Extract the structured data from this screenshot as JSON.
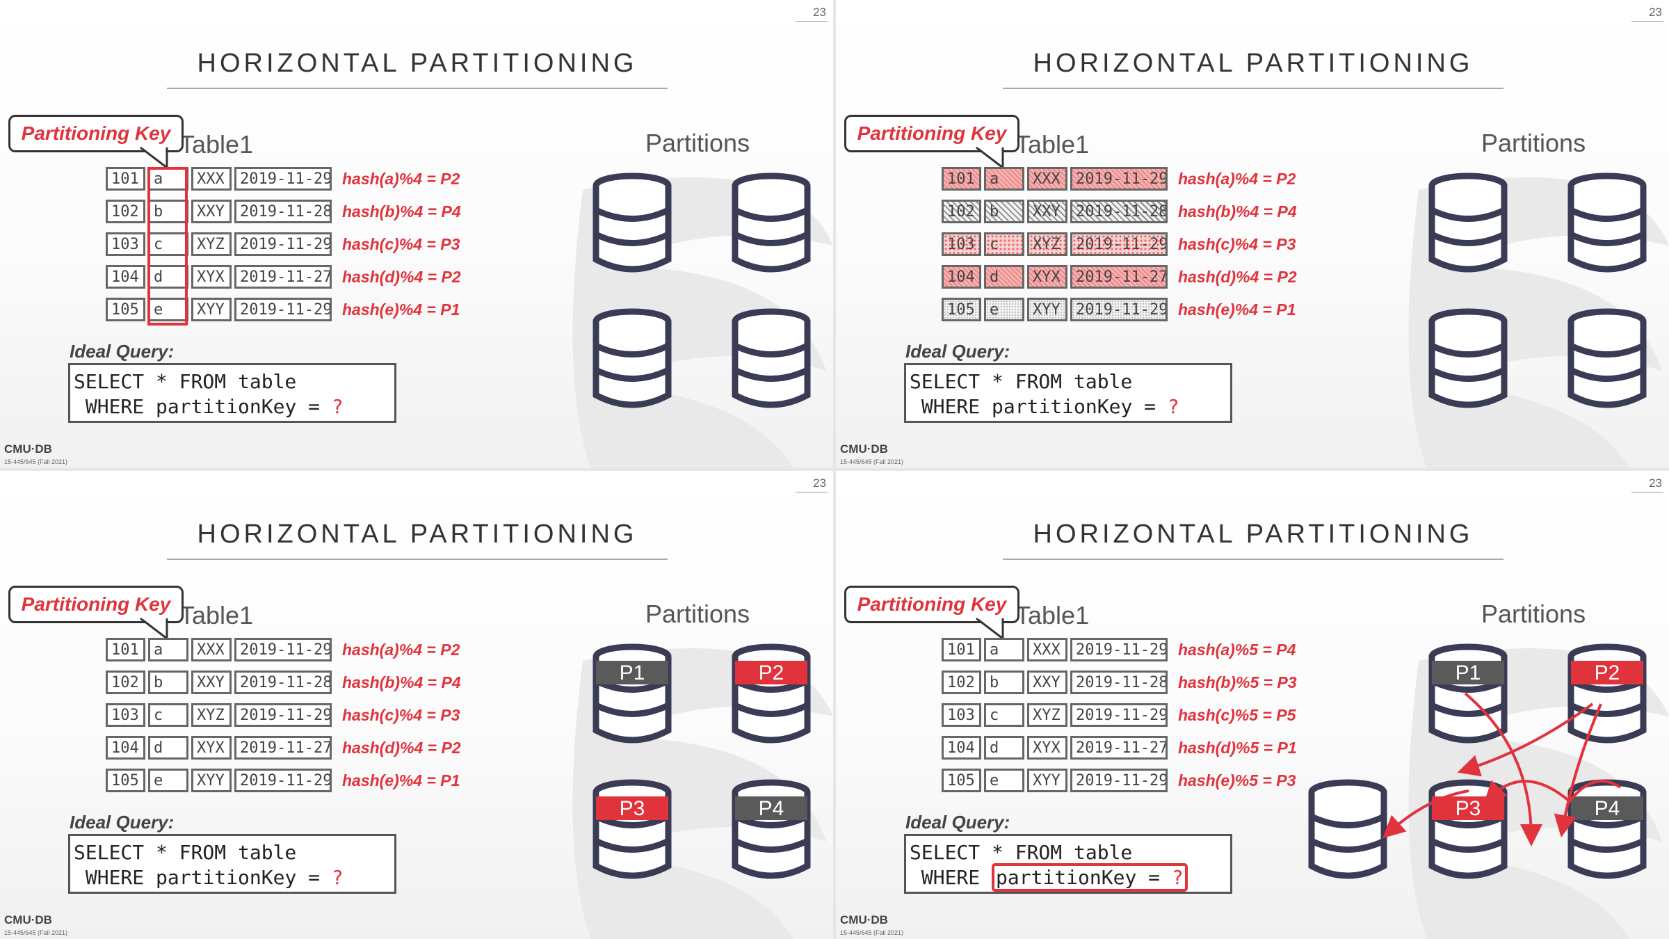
{
  "slides": [
    {
      "page_number": "23",
      "title": "HORIZONTAL PARTITIONING",
      "callout": "Partitioning Key",
      "table_name": "Table1",
      "partitions_label": "Partitions",
      "rows": [
        {
          "id": "101",
          "key": "a",
          "val": "XXX",
          "date": "2019-11-29",
          "hash": "hash(a)%4 = P2",
          "style": ""
        },
        {
          "id": "102",
          "key": "b",
          "val": "XXY",
          "date": "2019-11-28",
          "hash": "hash(b)%4 = P4",
          "style": ""
        },
        {
          "id": "103",
          "key": "c",
          "val": "XYZ",
          "date": "2019-11-29",
          "hash": "hash(c)%4 = P3",
          "style": ""
        },
        {
          "id": "104",
          "key": "d",
          "val": "XYX",
          "date": "2019-11-27",
          "hash": "hash(d)%4 = P2",
          "style": ""
        },
        {
          "id": "105",
          "key": "e",
          "val": "XYY",
          "date": "2019-11-29",
          "hash": "hash(e)%4 = P1",
          "style": ""
        }
      ],
      "ideal_label": "Ideal Query:",
      "query_line1": "SELECT * FROM table",
      "query_line2_prefix": " WHERE ",
      "query_line2_cond": "partitionKey = ",
      "query_mark": "?",
      "logo": "CMU·DB",
      "course": "15-445/645 (Fall 2021)",
      "databases": [
        {
          "label": "",
          "highlight": false
        },
        {
          "label": "",
          "highlight": false
        },
        {
          "label": "",
          "highlight": false
        },
        {
          "label": "",
          "highlight": false
        }
      ]
    },
    {
      "page_number": "23",
      "title": "HORIZONTAL PARTITIONING",
      "callout": "Partitioning Key",
      "table_name": "Table1",
      "partitions_label": "Partitions",
      "rows": [
        {
          "id": "101",
          "key": "a",
          "val": "XXX",
          "date": "2019-11-29",
          "hash": "hash(a)%4 = P2",
          "style": "red"
        },
        {
          "id": "102",
          "key": "b",
          "val": "XXY",
          "date": "2019-11-28",
          "hash": "hash(b)%4 = P4",
          "style": "hatch"
        },
        {
          "id": "103",
          "key": "c",
          "val": "XYZ",
          "date": "2019-11-29",
          "hash": "hash(c)%4 = P3",
          "style": "dots"
        },
        {
          "id": "104",
          "key": "d",
          "val": "XYX",
          "date": "2019-11-27",
          "hash": "hash(d)%4 = P2",
          "style": "red"
        },
        {
          "id": "105",
          "key": "e",
          "val": "XYY",
          "date": "2019-11-29",
          "hash": "hash(e)%4 = P1",
          "style": "fine"
        }
      ],
      "ideal_label": "Ideal Query:",
      "query_line1": "SELECT * FROM table",
      "query_line2_prefix": " WHERE ",
      "query_line2_cond": "partitionKey = ",
      "query_mark": "?",
      "logo": "CMU·DB",
      "course": "15-445/645 (Fall 2021)",
      "databases": [
        {
          "label": "",
          "highlight": false
        },
        {
          "label": "",
          "highlight": false
        },
        {
          "label": "",
          "highlight": false
        },
        {
          "label": "",
          "highlight": false
        }
      ]
    },
    {
      "page_number": "23",
      "title": "HORIZONTAL PARTITIONING",
      "callout": "Partitioning Key",
      "table_name": "Table1",
      "partitions_label": "Partitions",
      "rows": [
        {
          "id": "101",
          "key": "a",
          "val": "XXX",
          "date": "2019-11-29",
          "hash": "hash(a)%4 = P2",
          "style": ""
        },
        {
          "id": "102",
          "key": "b",
          "val": "XXY",
          "date": "2019-11-28",
          "hash": "hash(b)%4 = P4",
          "style": ""
        },
        {
          "id": "103",
          "key": "c",
          "val": "XYZ",
          "date": "2019-11-29",
          "hash": "hash(c)%4 = P3",
          "style": ""
        },
        {
          "id": "104",
          "key": "d",
          "val": "XYX",
          "date": "2019-11-27",
          "hash": "hash(d)%4 = P2",
          "style": ""
        },
        {
          "id": "105",
          "key": "e",
          "val": "XYY",
          "date": "2019-11-29",
          "hash": "hash(e)%4 = P1",
          "style": ""
        }
      ],
      "ideal_label": "Ideal Query:",
      "query_line1": "SELECT * FROM table",
      "query_line2_prefix": " WHERE ",
      "query_line2_cond": "partitionKey = ",
      "query_mark": "?",
      "logo": "CMU·DB",
      "course": "15-445/645 (Fall 2021)",
      "databases": [
        {
          "label": "P1",
          "highlight": false
        },
        {
          "label": "P2",
          "highlight": true
        },
        {
          "label": "P3",
          "highlight": true
        },
        {
          "label": "P4",
          "highlight": false
        }
      ]
    },
    {
      "page_number": "23",
      "title": "HORIZONTAL PARTITIONING",
      "callout": "Partitioning Key",
      "table_name": "Table1",
      "partitions_label": "Partitions",
      "rows": [
        {
          "id": "101",
          "key": "a",
          "val": "XXX",
          "date": "2019-11-29",
          "hash": "hash(a)%5 = P4",
          "style": ""
        },
        {
          "id": "102",
          "key": "b",
          "val": "XXY",
          "date": "2019-11-28",
          "hash": "hash(b)%5 = P3",
          "style": ""
        },
        {
          "id": "103",
          "key": "c",
          "val": "XYZ",
          "date": "2019-11-29",
          "hash": "hash(c)%5 = P5",
          "style": ""
        },
        {
          "id": "104",
          "key": "d",
          "val": "XYX",
          "date": "2019-11-27",
          "hash": "hash(d)%5 = P1",
          "style": ""
        },
        {
          "id": "105",
          "key": "e",
          "val": "XYY",
          "date": "2019-11-29",
          "hash": "hash(e)%5 = P3",
          "style": ""
        }
      ],
      "ideal_label": "Ideal Query:",
      "query_line1": "SELECT * FROM table",
      "query_line2_prefix": " WHERE ",
      "query_line2_cond": "partitionKey = ",
      "query_mark": "?",
      "logo": "CMU·DB",
      "course": "15-445/645 (Fall 2021)",
      "databases": [
        {
          "label": "P1",
          "highlight": false
        },
        {
          "label": "P2",
          "highlight": true
        },
        {
          "label": "P3",
          "highlight": true
        },
        {
          "label": "P4",
          "highlight": false
        },
        {
          "label": "",
          "highlight": false
        }
      ]
    }
  ],
  "colors": {
    "accent": "#e0333c",
    "db_stroke": "#3a3b55",
    "label_dark": "#5a5a5a",
    "text": "#444444"
  },
  "icons": {
    "database": "database-icon",
    "callout": "speech-bubble-icon",
    "arrow": "arrow-icon"
  }
}
